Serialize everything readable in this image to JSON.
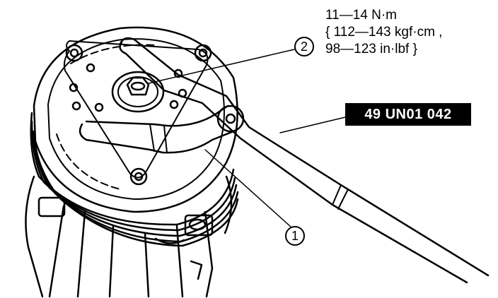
{
  "spec": {
    "line1": "11—14 N·m",
    "line2": "{ 112—143 kgf·cm ,",
    "line3": "98—123 in·lbf }"
  },
  "tool": {
    "code": "49 UN01 042"
  },
  "callouts": {
    "c1": "1",
    "c2": "2"
  }
}
